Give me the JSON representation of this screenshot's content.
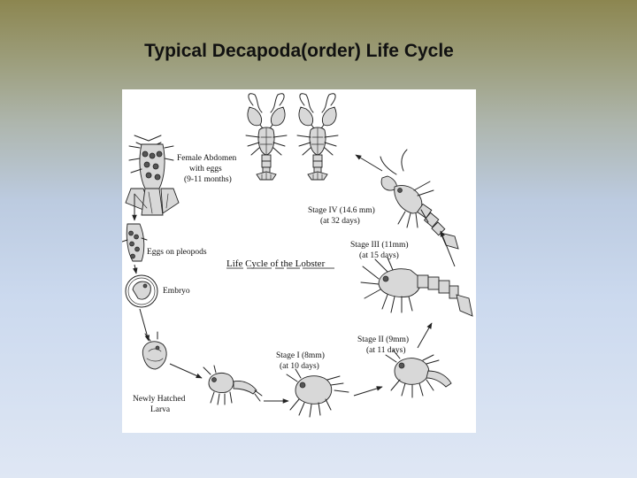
{
  "slide": {
    "title": "Typical Decapoda(order) Life Cycle"
  },
  "diagram": {
    "center_title": {
      "w1": "Life",
      "w2": "Cycle",
      "w3": "of",
      "w4": "the",
      "w5": "Lobster"
    },
    "female_abdomen": {
      "line1": "Female Abdomen",
      "line2": "with eggs",
      "line3": "(9-11 months)"
    },
    "eggs": {
      "line1": "Eggs on pleopods"
    },
    "embryo": {
      "line1": "Embryo"
    },
    "hatched": {
      "line1": "Newly Hatched",
      "line2": "Larva"
    },
    "stage1": {
      "line1": "Stage I (8mm)",
      "line2": "(at 10 days)"
    },
    "stage2": {
      "line1": "Stage II (9mm)",
      "line2": "(at 11 days)"
    },
    "stage3": {
      "line1": "Stage III (11mm)",
      "line2": "(at 15 days)"
    },
    "stage4": {
      "line1": "Stage IV (14.6 mm)",
      "line2": "(at 32 days)"
    }
  }
}
